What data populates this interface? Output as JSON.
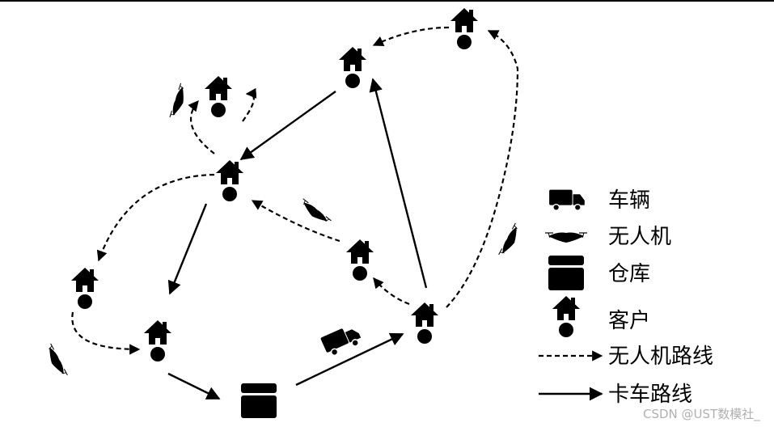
{
  "legend": {
    "vehicle": "车辆",
    "drone": "无人机",
    "depot": "仓库",
    "customer": "客户",
    "drone_route": "无人机路线",
    "truck_route": "卡车路线"
  },
  "watermark": "CSDN @UST数模社_",
  "colors": {
    "ink": "#000000",
    "watermark": "#b0b0b0"
  }
}
